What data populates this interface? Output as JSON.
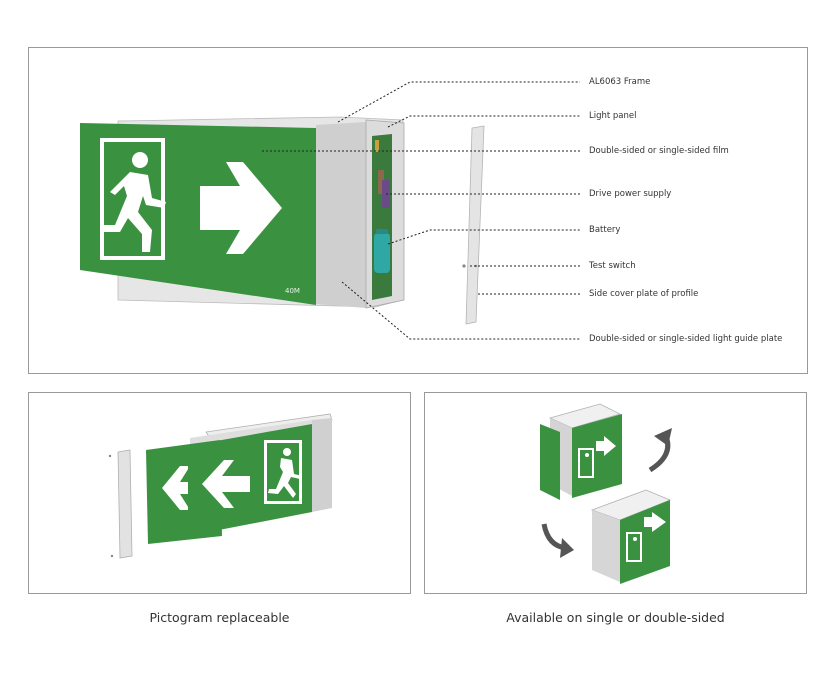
{
  "main": {
    "sign_distance_label": "40M",
    "callouts": [
      "AL6063 Frame",
      "Light panel",
      "Double-sided or single-sided film",
      "Drive power supply",
      "Battery",
      "Test switch",
      "Side cover plate of profile",
      "Double-sided or single-sided light guide plate"
    ]
  },
  "bottom_left": {
    "caption": "Pictogram replaceable"
  },
  "bottom_right": {
    "caption": "Available on single or double-sided"
  },
  "colors": {
    "sign_green": "#3a9140",
    "frame_grey": "#d8d8d8",
    "border": "#9a9a9a",
    "battery_teal": "#2fa7a4"
  }
}
